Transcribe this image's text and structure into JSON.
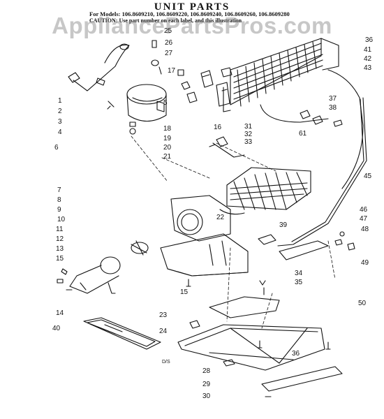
{
  "title": "UNIT PARTS",
  "models_line": "For Models: 106.8609210, 106.8609220, 106.8609240, 106.8609260, 106.8609280",
  "caution_line": "CAUTION: Use part number on each label, and this illustration",
  "watermark": "AppliancePartsPros.com",
  "footnote": "D/S",
  "parts": {
    "p1": "1",
    "p2": "2",
    "p3": "3",
    "p4": "4",
    "p5": "5",
    "p6": "6",
    "p7": "7",
    "p8": "8",
    "p9": "9",
    "p10": "10",
    "p11": "11",
    "p12": "12",
    "p13": "13",
    "p14": "14",
    "p15a": "15",
    "p15b": "15",
    "p16": "16",
    "p17": "17",
    "p18": "18",
    "p19": "19",
    "p20": "20",
    "p21": "21",
    "p22": "22",
    "p23": "23",
    "p24": "24",
    "p25": "25",
    "p26": "26",
    "p27": "27",
    "p28": "28",
    "p29": "29",
    "p30": "30",
    "p31": "31",
    "p32": "32",
    "p33": "33",
    "p34": "34",
    "p35": "35",
    "p36a": "36",
    "p36b": "36",
    "p37": "37",
    "p38": "38",
    "p39": "39",
    "p40": "40",
    "p41": "41",
    "p42": "42",
    "p43": "43",
    "p45": "45",
    "p46": "46",
    "p47": "47",
    "p48": "48",
    "p49": "49",
    "p50": "50",
    "p61": "61"
  }
}
